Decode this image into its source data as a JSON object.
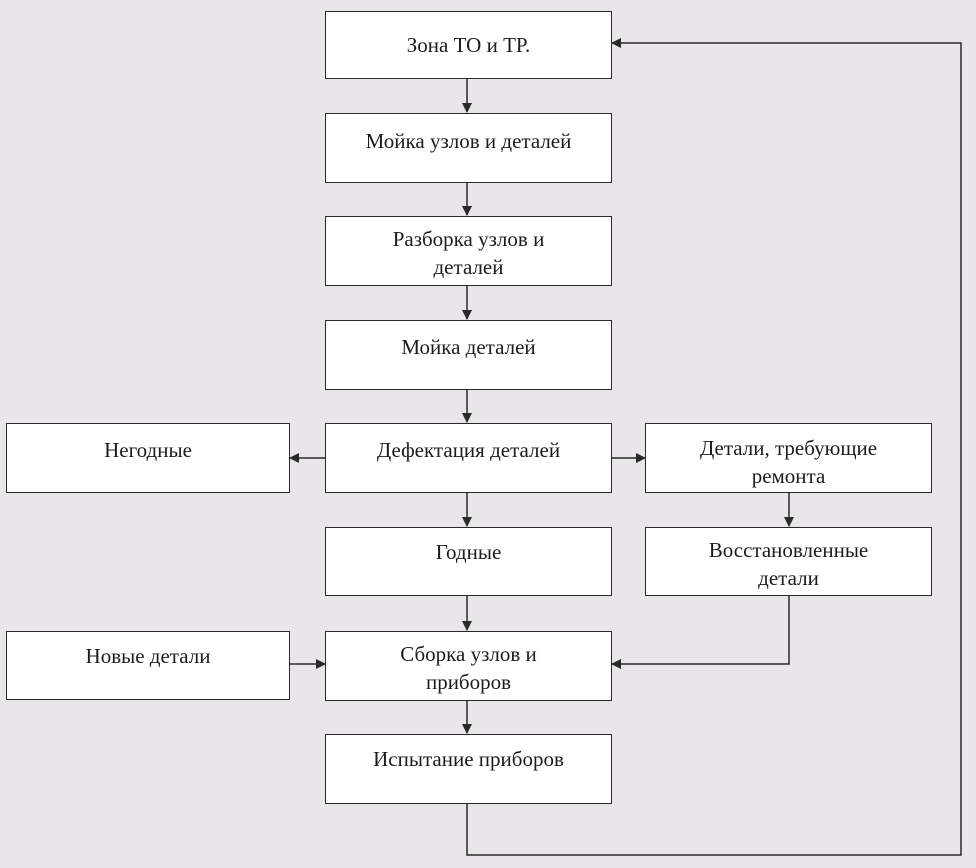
{
  "diagram": {
    "nodes": {
      "zone": "Зона ТО и ТР.",
      "wash_units": "Мойка узлов и деталей",
      "disassembly": "Разборка узлов и\nдеталей",
      "wash_parts": "Мойка деталей",
      "defect": "Дефектация деталей",
      "unfit": "Негодные",
      "need_repair": "Детали, требующие\nремонта",
      "fit": "Годные",
      "restored": "Восстановленные\nдетали",
      "new_parts": "Новые детали",
      "assembly": "Сборка узлов и\nприборов",
      "testing": "Испытание приборов"
    },
    "colors": {
      "background": "#e8e6e9",
      "box_fill": "#ffffff",
      "line": "#2a2a2a",
      "text": "#1c1c1c"
    }
  }
}
